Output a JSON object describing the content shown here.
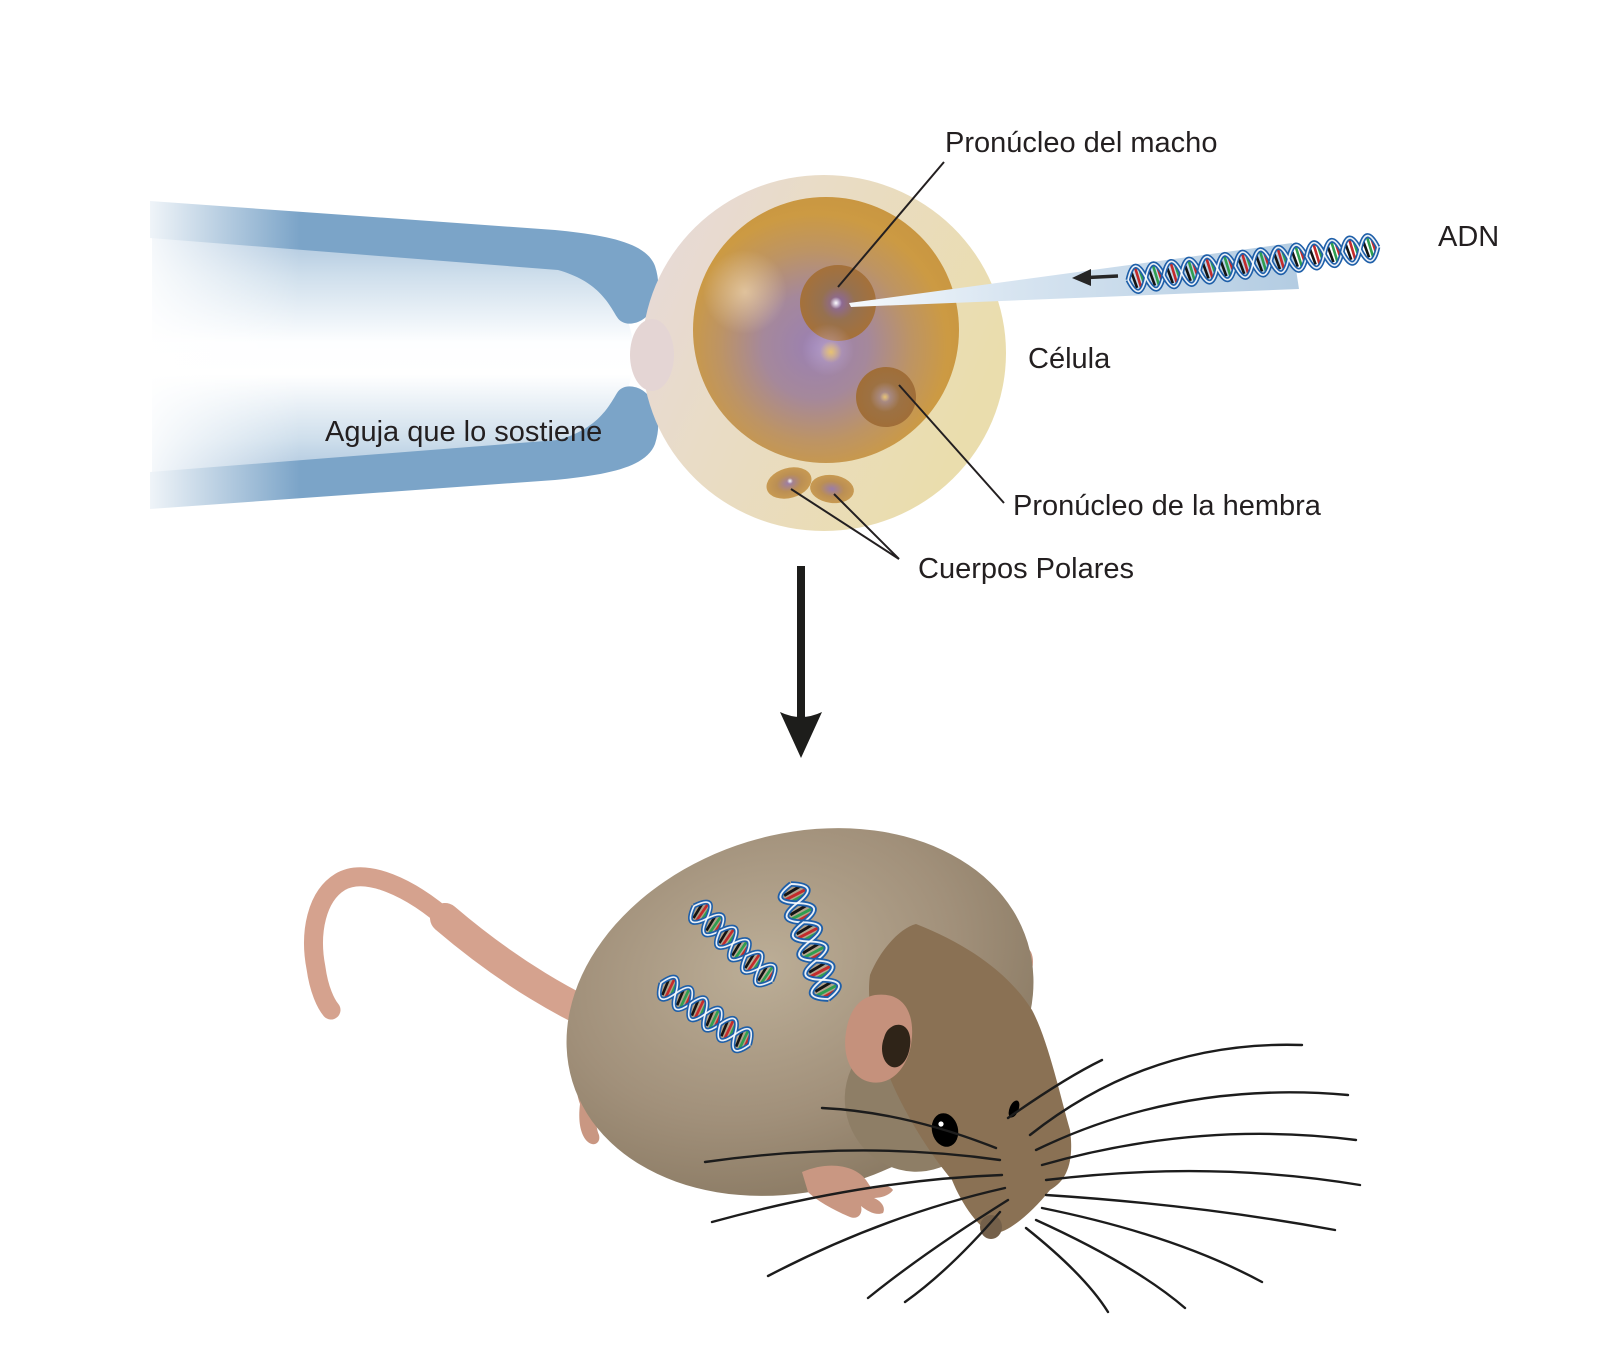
{
  "diagram": {
    "description": "Microinyección pronuclear de ADN en un cigoto para crear un ratón transgénico",
    "labels": {
      "male_pronucleus": "Pronúcleo del macho",
      "dna": "ADN",
      "cell": "Célula",
      "holding_needle": "Aguja que lo sostiene",
      "female_pronucleus": "Pronúcleo de la hembra",
      "polar_bodies": "Cuerpos Polares"
    },
    "palette": {
      "pipette_blue": "#7ba4c8",
      "needle_fill_light": "#f5f9fc",
      "needle_fill_dark": "#b3cce2",
      "zona_pink": "#e6d8dc",
      "zona_cream": "#eaddad",
      "cytoplasm_gold": "#cc9a43",
      "nucleus_purple": "#9a80b2",
      "pronucleus_brown": "#a5713a",
      "dna_strand_blue": "#1e5fa9",
      "dna_rung_black": "#141414",
      "dna_rung_red": "#c32b2b",
      "dna_rung_green": "#2f9e50",
      "arrow_black": "#1d1d1b",
      "mouse_body_light": "#bcae97",
      "mouse_body_dark": "#83735c",
      "mouse_head": "#8a7154",
      "mouse_pink": "#c99782",
      "mouse_tail_pink": "#d5a28e",
      "label_color": "#231f20"
    }
  }
}
